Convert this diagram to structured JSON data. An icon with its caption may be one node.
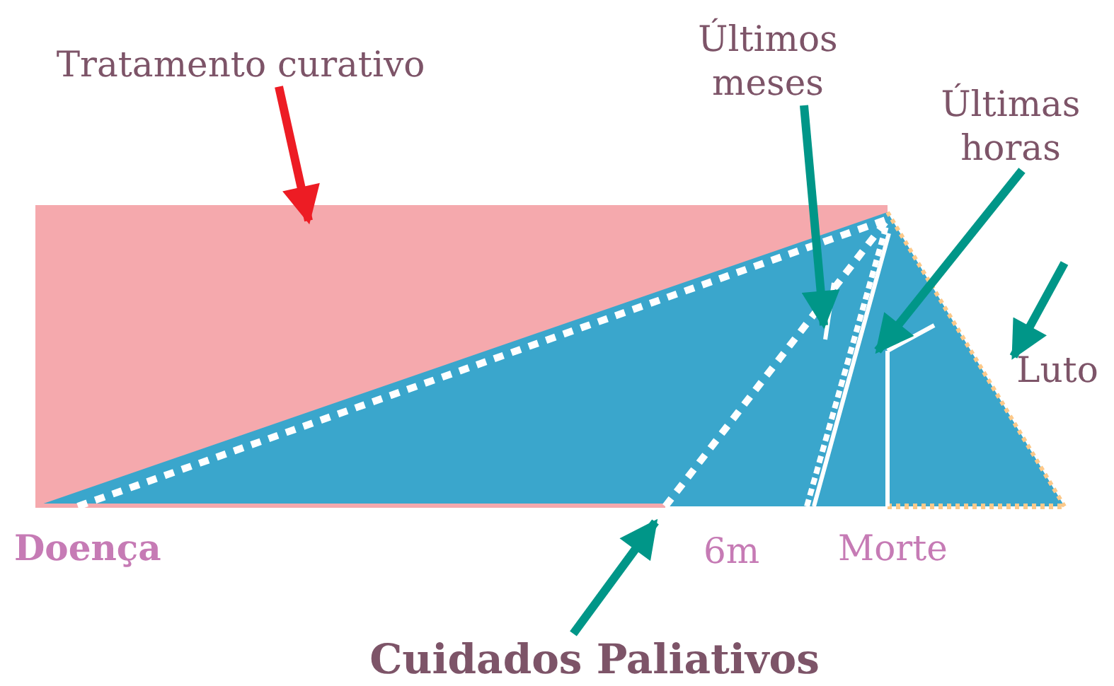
{
  "diagram": {
    "nodes": [
      {
        "text": [
          "Tratamento curativo"
        ]
      },
      {
        "text": [
          "Últimos meses"
        ]
      },
      {
        "text": [
          "Últimas horas"
        ]
      },
      {
        "text": [
          "Luto"
        ]
      },
      {
        "text": [
          "Cuidados Paliativos"
        ]
      }
    ],
    "edges": [
      {
        "from": 0,
        "to": null,
        "arrow": "to",
        "color": "#ed1c24"
      },
      {
        "from": 1,
        "to": null,
        "arrow": "to"
      },
      {
        "from": 2,
        "to": null,
        "arrow": "to"
      },
      {
        "from": null,
        "to": 3,
        "arrow": "to"
      },
      {
        "from": 4,
        "to": null,
        "arrow": "to"
      }
    ],
    "labels": [
      "Doença",
      "6m",
      "Morte"
    ]
  }
}
